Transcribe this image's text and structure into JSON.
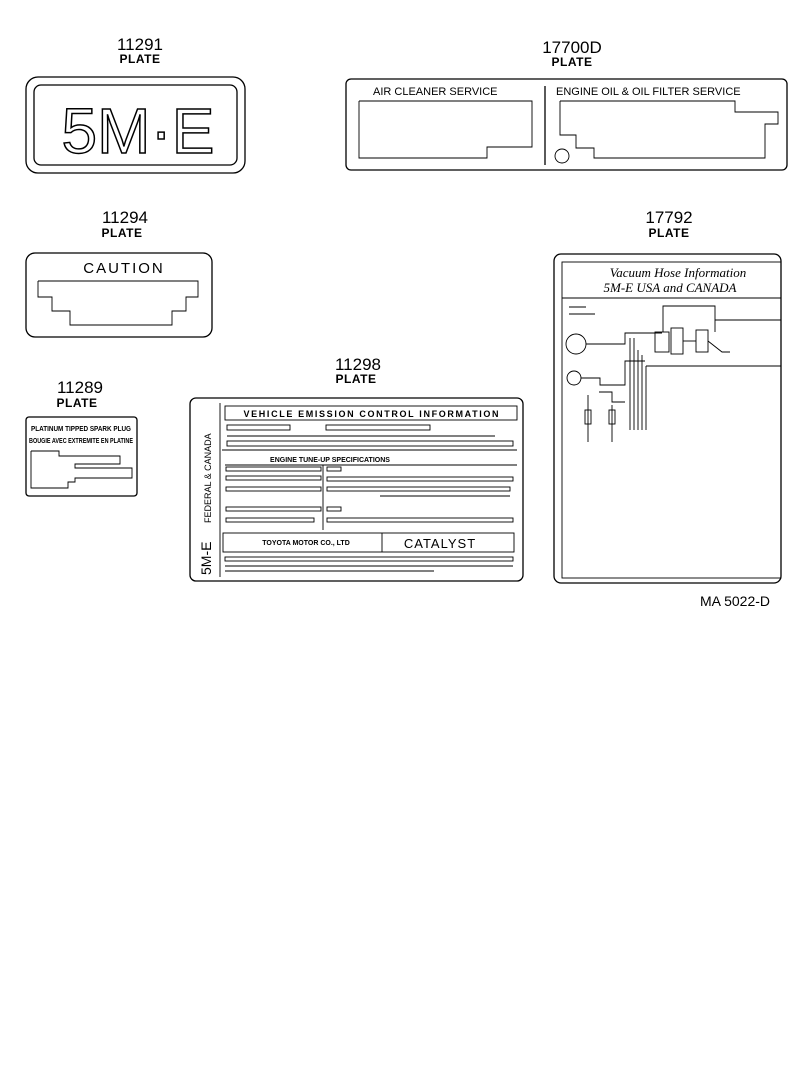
{
  "parts": {
    "p11291": {
      "number": "11291",
      "label": "PLATE",
      "text": "5M·E"
    },
    "p17700d": {
      "number": "17700D",
      "label": "PLATE",
      "left_heading": "AIR CLEANER SERVICE",
      "right_heading": "ENGINE OIL & OIL FILTER SERVICE"
    },
    "p11294": {
      "number": "11294",
      "label": "PLATE",
      "text": "CAUTION"
    },
    "p17792": {
      "number": "17792",
      "label": "PLATE",
      "line1": "Vacuum Hose Information",
      "line2": "5M-E  USA and  CANADA"
    },
    "p11289": {
      "number": "11289",
      "label": "PLATE",
      "line1": "PLATINUM TIPPED SPARK PLUG",
      "line2": "BOUGIE AVEC EXTREMITE EN PLATINE"
    },
    "p11298": {
      "number": "11298",
      "label": "PLATE",
      "side_text": "5M-E",
      "side_small": "FEDERAL & CANADA",
      "header": "VEHICLE  EMISSION  CONTROL  INFORMATION",
      "tuneup": "ENGINE  TUNE-UP  SPECIFICATIONS",
      "maker": "TOYOTA  MOTOR  CO., LTD",
      "catalyst": "CATALYST"
    }
  },
  "figure_code": "MA  5022-D"
}
